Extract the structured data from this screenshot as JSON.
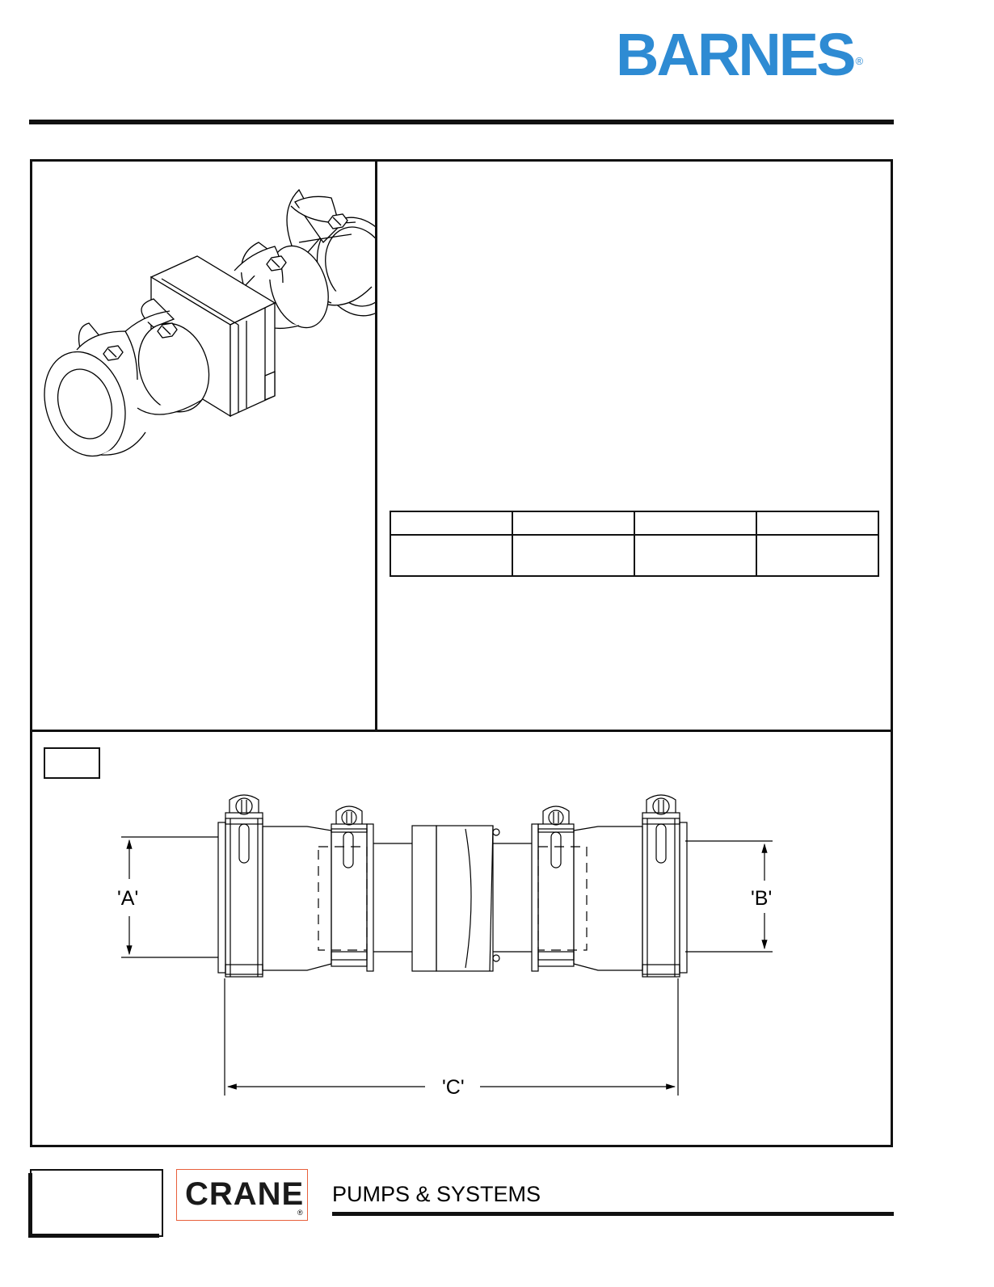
{
  "header": {
    "brand": "BARNES",
    "brand_reg": "®"
  },
  "drawing": {
    "dim_a": "'A'",
    "dim_b": "'B'",
    "dim_c": "'C'"
  },
  "footer": {
    "company": "CRANE",
    "company_reg": "®",
    "division": "PUMPS & SYSTEMS"
  },
  "colors": {
    "brand_blue": "#2e8bd3",
    "crane_border": "#e8603c",
    "rule": "#111111"
  }
}
